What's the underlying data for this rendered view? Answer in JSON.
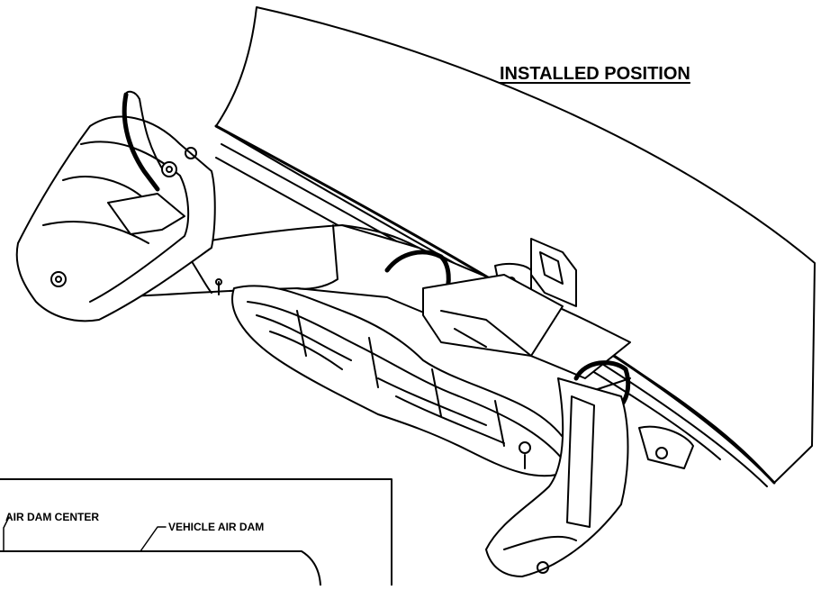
{
  "heading": "INSTALLED POSITION",
  "callouts": {
    "air_dam_center": "AIR DAM CENTER",
    "vehicle_air_dam": "VEHICLE AIR DAM"
  },
  "colors": {
    "line": "#000000",
    "background": "#ffffff"
  }
}
